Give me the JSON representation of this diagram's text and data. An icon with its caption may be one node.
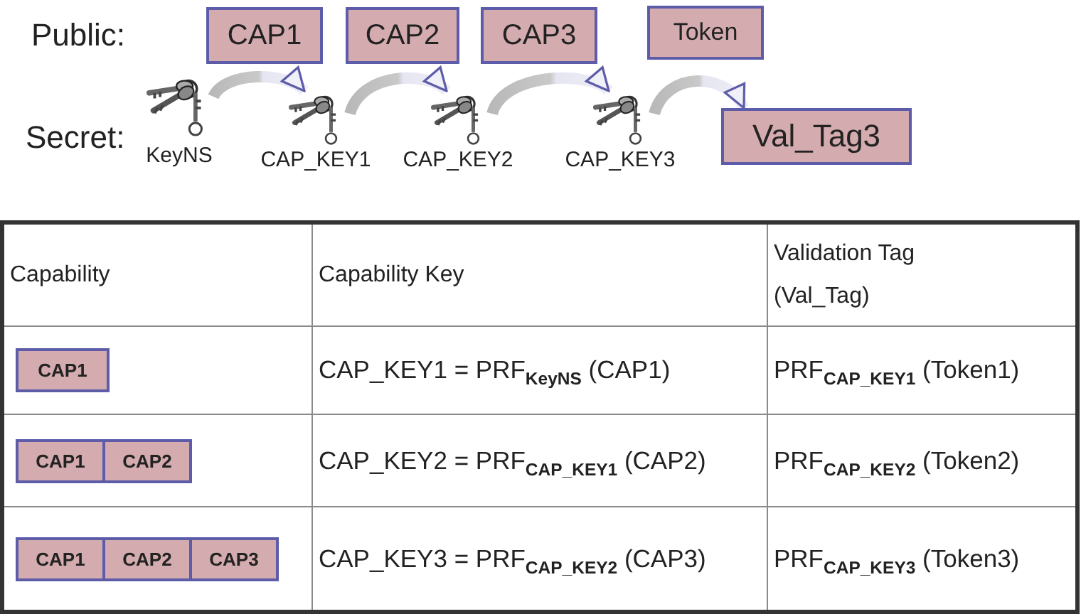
{
  "diagram": {
    "nodes": [
      {
        "text": [
          "CAP1"
        ]
      },
      {
        "text": [
          "CAP2"
        ]
      },
      {
        "text": [
          "CAP3"
        ]
      },
      {
        "text": [
          "Token"
        ]
      },
      {
        "text": [],
        "shape": "picture",
        "beside": [
          "KeyNS"
        ]
      },
      {
        "text": [],
        "shape": "picture",
        "beside": [
          "CAP_KEY1"
        ]
      },
      {
        "text": [],
        "shape": "picture",
        "beside": [
          "CAP_KEY2"
        ]
      },
      {
        "text": [],
        "shape": "picture",
        "beside": [
          "CAP_KEY3"
        ]
      },
      {
        "text": [
          "Val_Tag3"
        ]
      },
      {
        "text": [
          "CAP1"
        ]
      },
      {
        "text": [
          "CAP1"
        ]
      },
      {
        "text": [
          "CAP2"
        ]
      },
      {
        "text": [
          "CAP1"
        ]
      },
      {
        "text": [
          "CAP2"
        ]
      },
      {
        "text": [
          "CAP3"
        ]
      }
    ],
    "edges": [
      {
        "from": 4,
        "to": 5,
        "arrow": "to"
      },
      {
        "from": 5,
        "to": 6,
        "arrow": "to"
      },
      {
        "from": 6,
        "to": 7,
        "arrow": "to"
      },
      {
        "from": 7,
        "to": 8,
        "arrow": "to"
      }
    ],
    "labels": [
      "Public:",
      "Secret:",
      "Capability",
      "Capability Key",
      "Validation Tag (Val_Tag)",
      "CAP_KEY1 = PRF$_{KeyNS}$ (CAP1)",
      "PRF$_{CAP_KEY1}$ (Token1)",
      "CAP_KEY2 = PRF$_{CAP_KEY1}$ (CAP2)",
      "PRF$_{CAP_KEY2}$ (Token2)",
      "CAP_KEY3 = PRF$_{CAP_KEY2}$ (CAP3)",
      "PRF$_{CAP_KEY3}$ (Token3)"
    ]
  }
}
